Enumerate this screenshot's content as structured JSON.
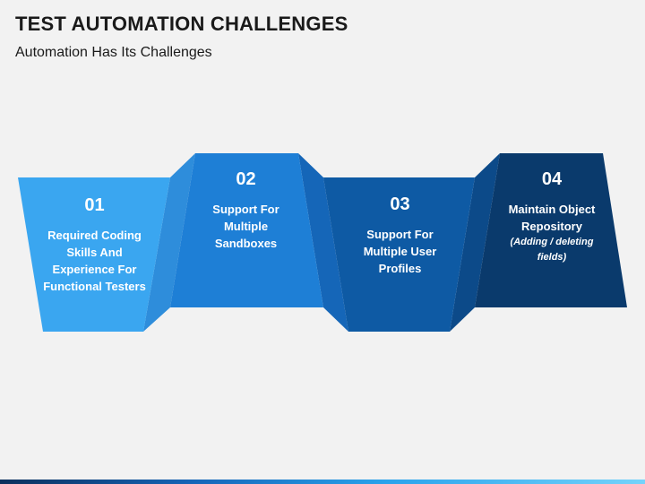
{
  "title": "TEST AUTOMATION CHALLENGES",
  "subtitle": "Automation Has Its Challenges",
  "colors": {
    "card1": "#3aa6f0",
    "card2": "#1e7fd6",
    "card3": "#0e5aa4",
    "card4": "#0a3a6c",
    "fold1": "#2e8ddb",
    "fold2": "#1566b8",
    "fold3": "#0c4a89"
  },
  "cards": [
    {
      "number": "01",
      "text": "Required Coding Skills And Experience For Functional Testers",
      "note": ""
    },
    {
      "number": "02",
      "text": "Support For Multiple Sandboxes",
      "note": ""
    },
    {
      "number": "03",
      "text": "Support For Multiple User Profiles",
      "note": ""
    },
    {
      "number": "04",
      "text": "Maintain Object Repository",
      "note": "(Adding / deleting fields)"
    }
  ]
}
